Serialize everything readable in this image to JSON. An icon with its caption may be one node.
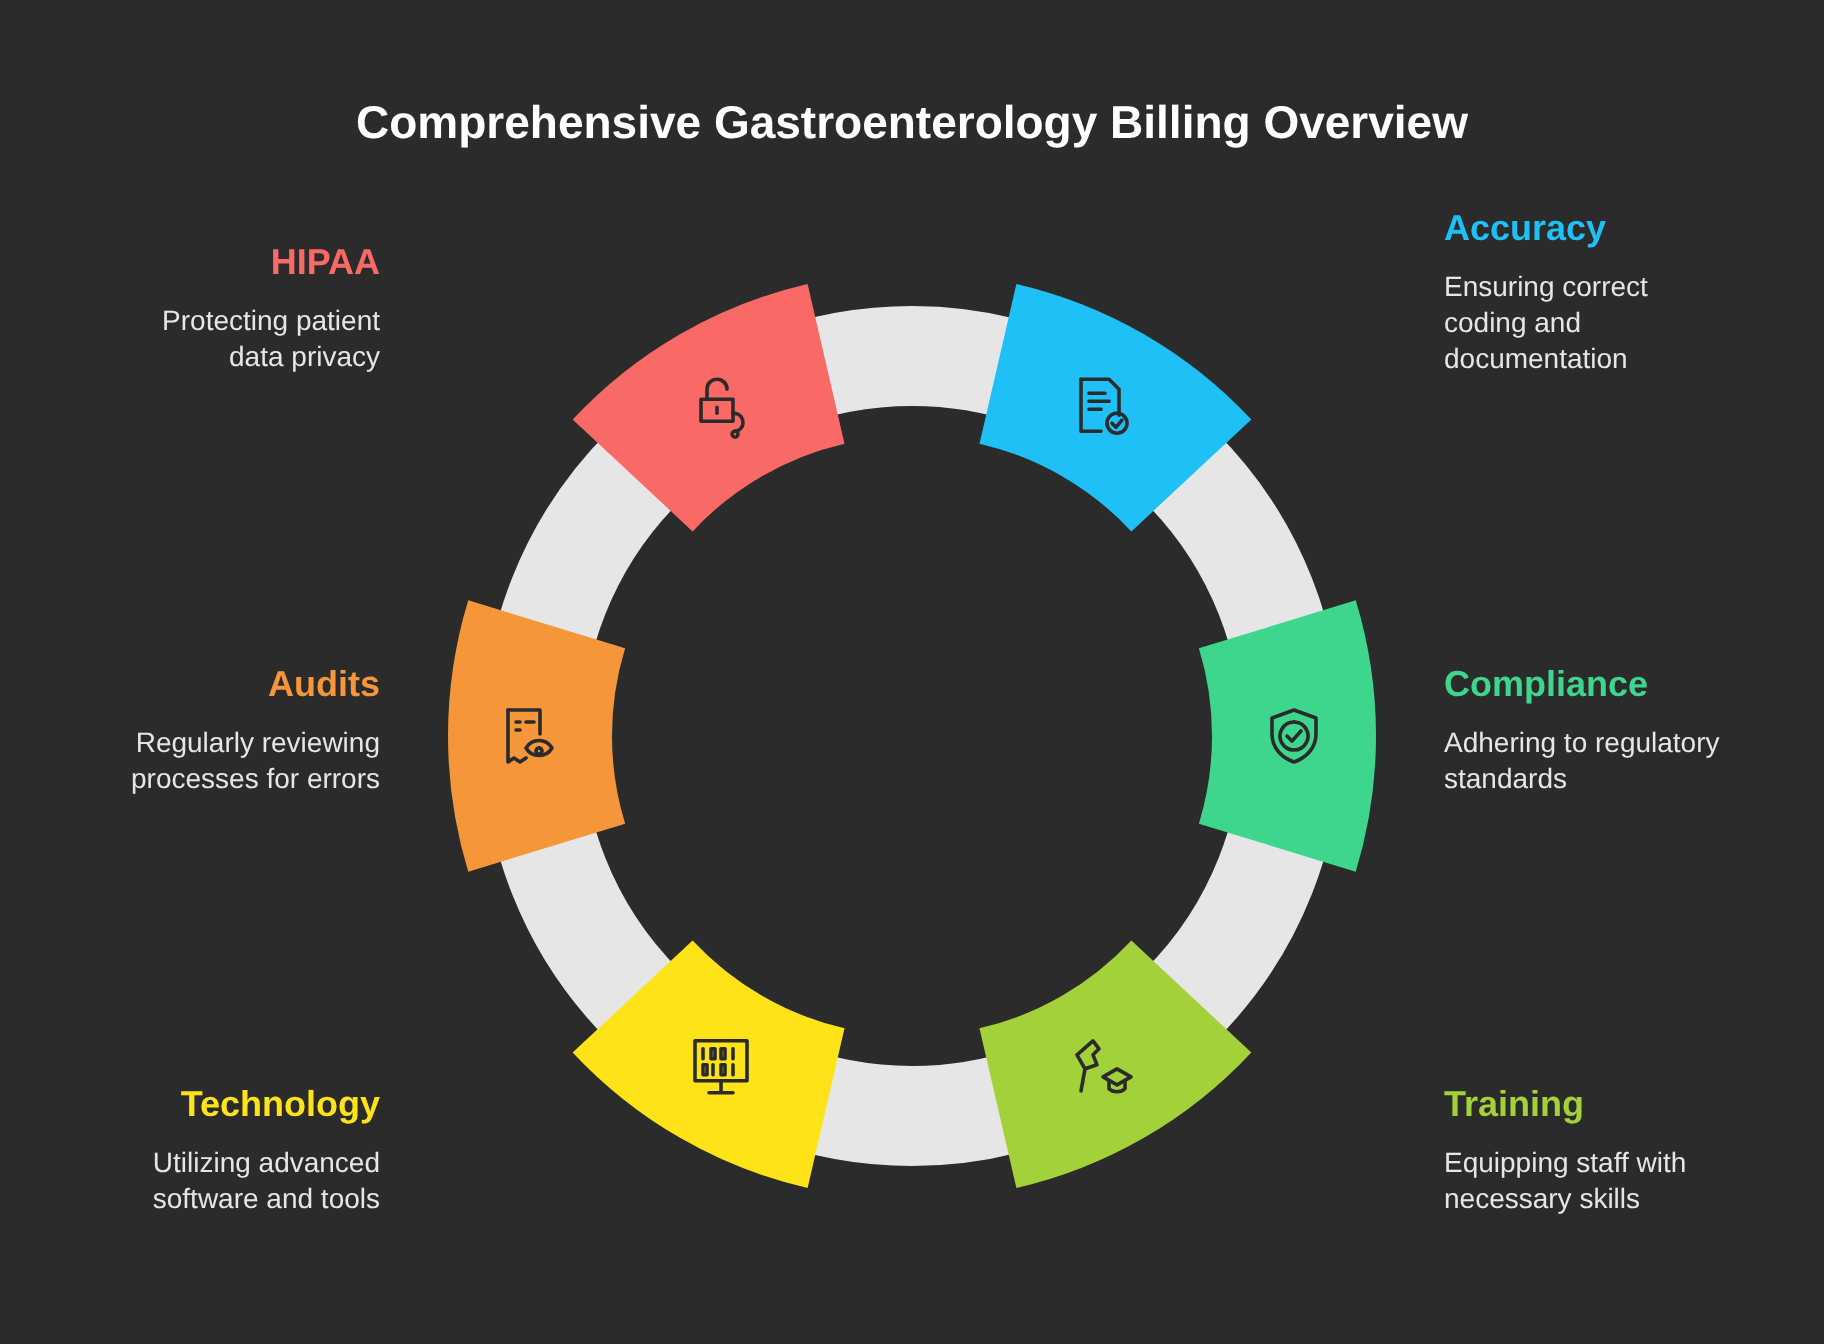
{
  "diagram": {
    "title": "Comprehensive Gastroenterology Billing Overview",
    "nodes": [
      {
        "text": [],
        "shape": "band",
        "beside": [
          "Accuracy",
          "Ensuring correct coding and documentation"
        ]
      },
      {
        "text": [],
        "shape": "band",
        "beside": [
          "Compliance",
          "Adhering to regulatory standards"
        ]
      },
      {
        "text": [],
        "shape": "band",
        "beside": [
          "Training",
          "Equipping staff with necessary skills"
        ]
      },
      {
        "text": [],
        "shape": "band",
        "beside": [
          "Technology",
          "Utilizing advanced software and tools"
        ]
      },
      {
        "text": [],
        "shape": "band",
        "beside": [
          "Audits",
          "Regularly reviewing processes for errors"
        ]
      },
      {
        "text": [],
        "shape": "band",
        "beside": [
          "HIPAA",
          "Protecting patient data privacy"
        ]
      }
    ]
  }
}
